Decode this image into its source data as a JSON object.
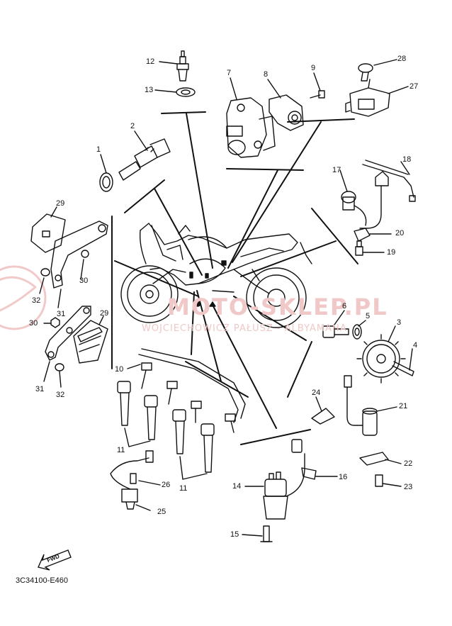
{
  "diagram": {
    "code": "3C34100-E460",
    "fwd_label": "FWD",
    "watermark": {
      "line1": "MOTO-SKLEP.PL",
      "line2": "WÓJCIECHOWICZ PAŁUSZ - ALBYAMAHA"
    },
    "callouts": {
      "c1": "1",
      "c2": "2",
      "c3": "3",
      "c4": "4",
      "c5": "5",
      "c6": "6",
      "c7": "7",
      "c8": "8",
      "c9": "9",
      "c10": "10",
      "c11a": "11",
      "c11b": "11",
      "c12": "12",
      "c13": "13",
      "c14": "14",
      "c15": "15",
      "c16": "16",
      "c17": "17",
      "c18": "18",
      "c19": "19",
      "c20": "20",
      "c21": "21",
      "c22": "22",
      "c23": "23",
      "c24": "24",
      "c25": "25",
      "c26": "26",
      "c27": "27",
      "c28": "28",
      "c29a": "29",
      "c29b": "29",
      "c30a": "30",
      "c30b": "30",
      "c31a": "31",
      "c31b": "31",
      "c32a": "32",
      "c32b": "32"
    }
  }
}
